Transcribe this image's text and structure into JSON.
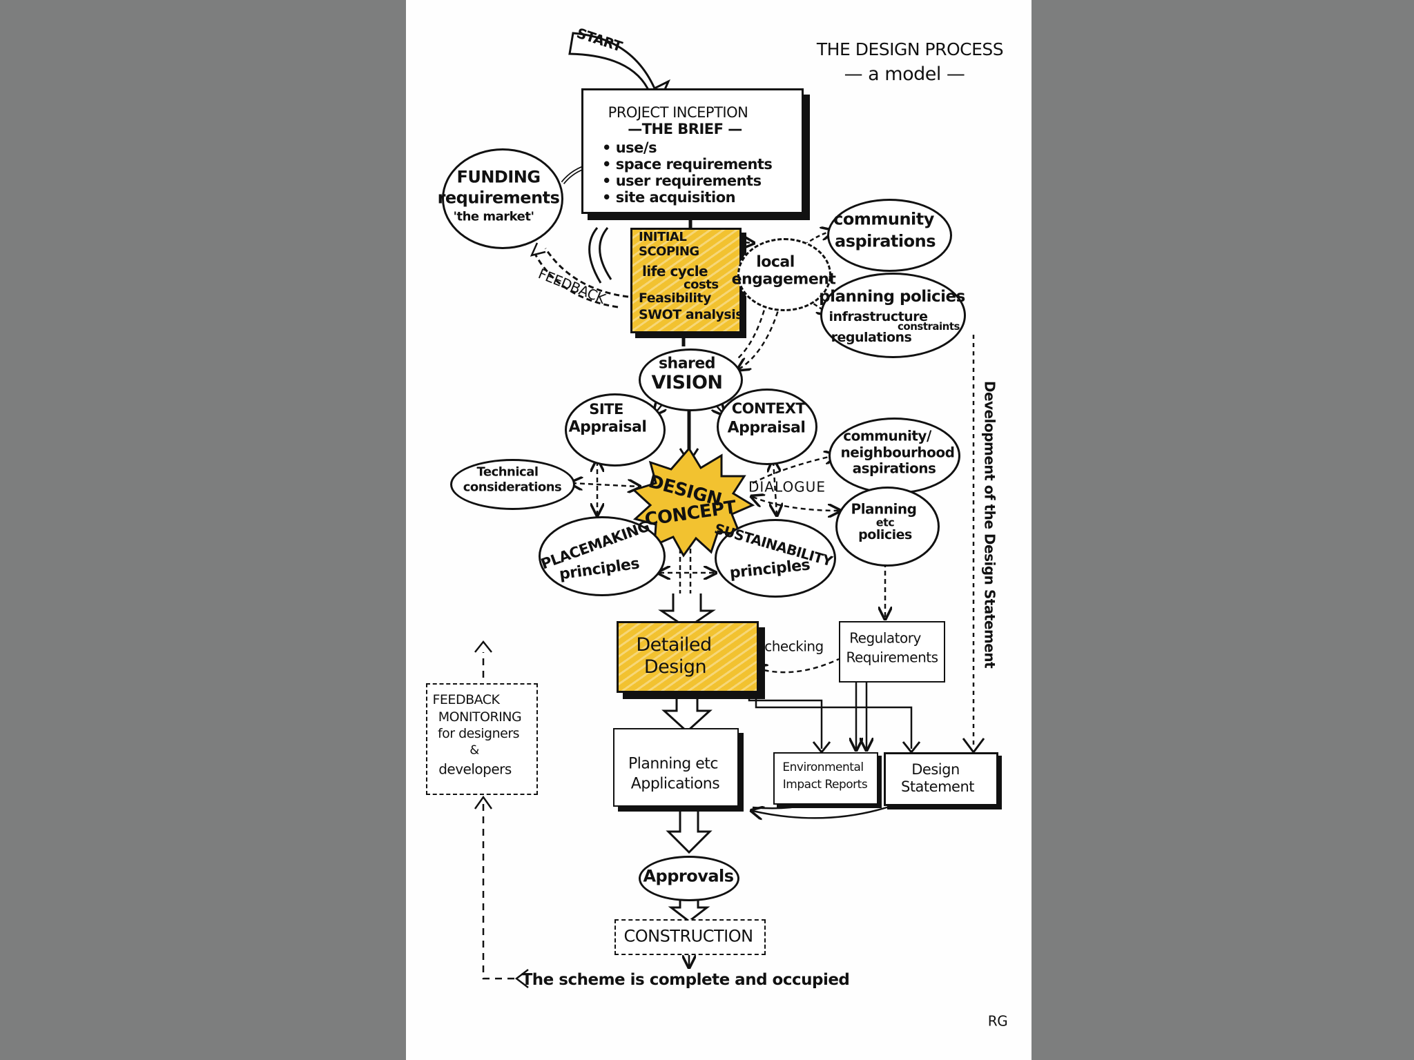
{
  "title": {
    "line1": "THE DESIGN PROCESS",
    "line2": "— a model —"
  },
  "start": "START",
  "inception": {
    "heading": "PROJECT INCEPTION",
    "subheading": "—THE BRIEF —",
    "items": [
      "use/s",
      "space requirements",
      "user requirements",
      "site acquisition"
    ]
  },
  "funding": {
    "line1": "FUNDING",
    "line2": "requirements",
    "line3": "'the market'"
  },
  "feedback_arrow_label": "FEEDBACK",
  "scoping": {
    "line1": "INITIAL",
    "line2": "SCOPING",
    "line3": "life cycle",
    "line4": "costs",
    "line5": "Feasibility",
    "line6": "SWOT analysis"
  },
  "local_engagement": {
    "line1": "local",
    "line2": "engagement"
  },
  "community_aspirations": {
    "line1": "community",
    "line2": "aspirations"
  },
  "planning_policies": {
    "line1": "planning policies",
    "line2": "infrastructure",
    "line3": "constraints",
    "line4": "regulations"
  },
  "shared_vision": {
    "line1": "shared",
    "line2": "VISION"
  },
  "site_appraisal": {
    "line1": "SITE",
    "line2": "Appraisal"
  },
  "context_appraisal": {
    "line1": "CONTEXT",
    "line2": "Appraisal"
  },
  "technical": {
    "line1": "Technical",
    "line2": "considerations"
  },
  "design_concept": {
    "line1": "DESIGN",
    "line2": "CONCEPT"
  },
  "dialogue": "DIALOGUE",
  "community_neighbourhood": {
    "line1": "community/",
    "line2": "neighbourhood",
    "line3": "aspirations"
  },
  "planning_etc_policies": {
    "line1": "Planning",
    "line2": "etc",
    "line3": "policies"
  },
  "placemaking": {
    "line1": "PLACEMAKING",
    "line2": "principles"
  },
  "sustainability": {
    "line1": "SUSTAINABILITY",
    "line2": "principles"
  },
  "development_statement": "Development of the Design Statement",
  "detailed_design": {
    "line1": "Detailed",
    "line2": "Design"
  },
  "checking": "checking",
  "regulatory": {
    "line1": "Regulatory",
    "line2": "Requirements"
  },
  "feedback_monitoring": {
    "line1": "FEEDBACK",
    "line2": "MONITORING",
    "line3": "for designers",
    "line4": "&",
    "line5": "developers"
  },
  "planning_applications": {
    "line1": "Planning etc",
    "line2": "Applications"
  },
  "environmental": {
    "line1": "Environmental",
    "line2": "Impact Reports"
  },
  "design_statement": {
    "line1": "Design",
    "line2": "Statement"
  },
  "approvals": "Approvals",
  "construction": "CONSTRUCTION",
  "complete": "The scheme is complete and occupied",
  "signature": "RG",
  "colors": {
    "highlight": "#f2c230",
    "ink": "#111111",
    "paper": "#fefefe",
    "background": "#7d7e7e"
  }
}
